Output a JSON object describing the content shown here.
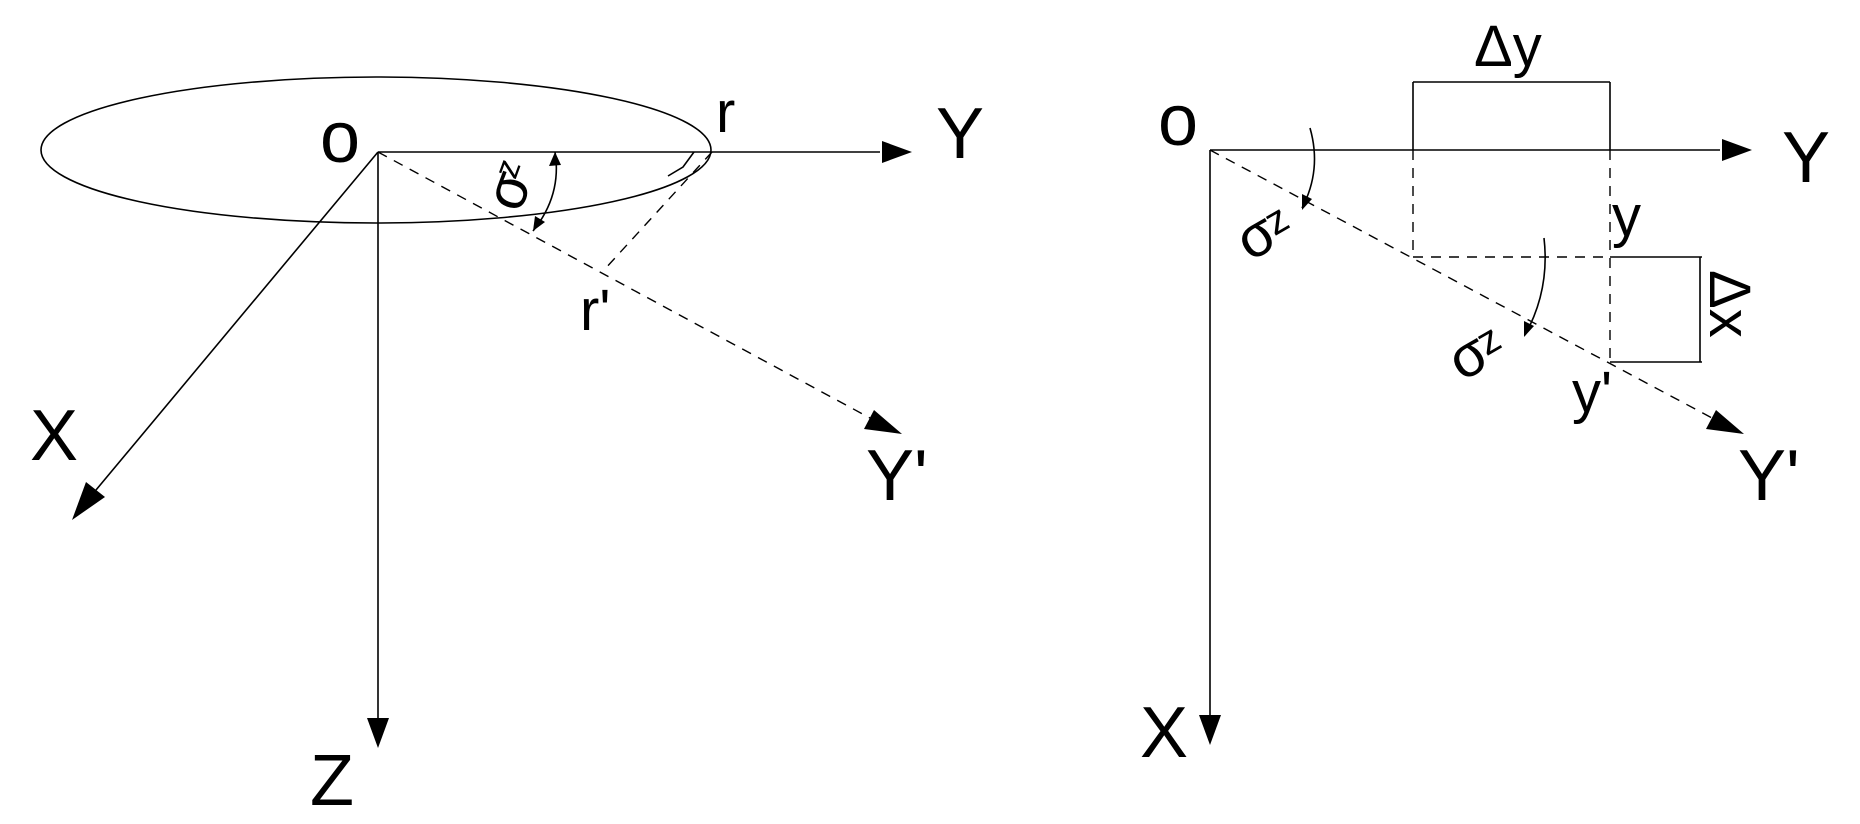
{
  "left_diagram": {
    "origin_label": "o",
    "point_r": "r",
    "point_r_prime": "r'",
    "axis_y": "Y",
    "axis_x": "X",
    "axis_z": "Z",
    "axis_y_prime": "Y'",
    "angle_symbol": "σ",
    "angle_subscript": "z"
  },
  "right_diagram": {
    "origin_label": "o",
    "axis_y": "Y",
    "axis_x": "X",
    "axis_y_prime": "Y'",
    "point_y": "y",
    "point_y_prime": "y'",
    "delta_y": "Δy",
    "delta_x": "Δx",
    "angle_symbol": "σ",
    "angle_subscript": "z"
  }
}
